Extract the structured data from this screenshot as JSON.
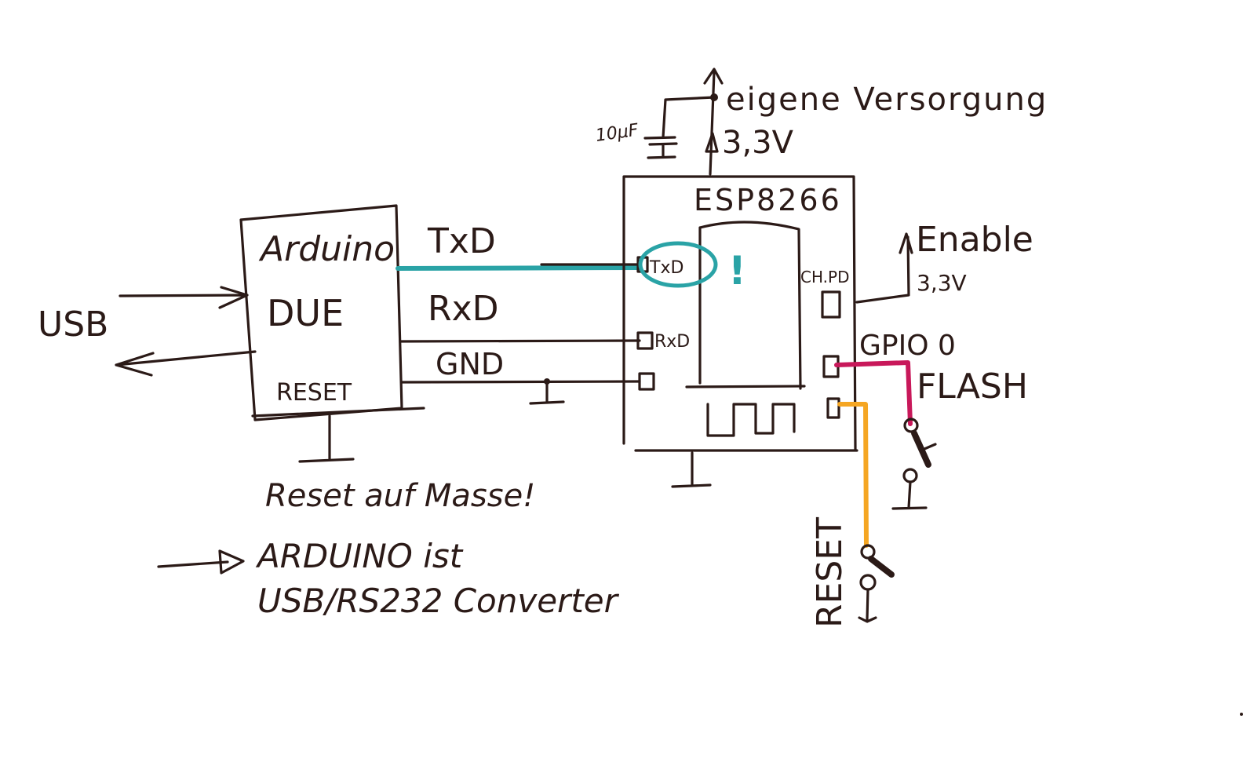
{
  "colors": {
    "ink": "#2b1a17",
    "txd_highlight": "#2aa3a6",
    "gpio0_highlight": "#c8185a",
    "reset_highlight": "#f5a623",
    "background": "#ffffff"
  },
  "arduino": {
    "title_line1": "Arduino",
    "title_line2": "DUE",
    "reset_label": "RESET"
  },
  "usb": {
    "label": "USB"
  },
  "signals": {
    "txd": "TxD",
    "rxd": "RxD",
    "gnd": "GND"
  },
  "esp": {
    "title": "ESP8266",
    "pin_txd": "TxD",
    "pin_rxd": "RxD",
    "pin_chpd": "CH.PD",
    "exclamation": "!"
  },
  "supply": {
    "capacitor": "10µF",
    "label": "eigene Versorgung",
    "voltage": "3,3V"
  },
  "enable": {
    "label": "Enable",
    "voltage": "3,3V"
  },
  "gpio0": {
    "label": "GPIO 0",
    "switch_label": "FLASH"
  },
  "reset_switch": {
    "label": "RESET"
  },
  "notes": {
    "reset_note": "Reset auf Masse!",
    "arduino_note_line1": "ARDUINO ist",
    "arduino_note_line2": "USB/RS232 Converter"
  }
}
